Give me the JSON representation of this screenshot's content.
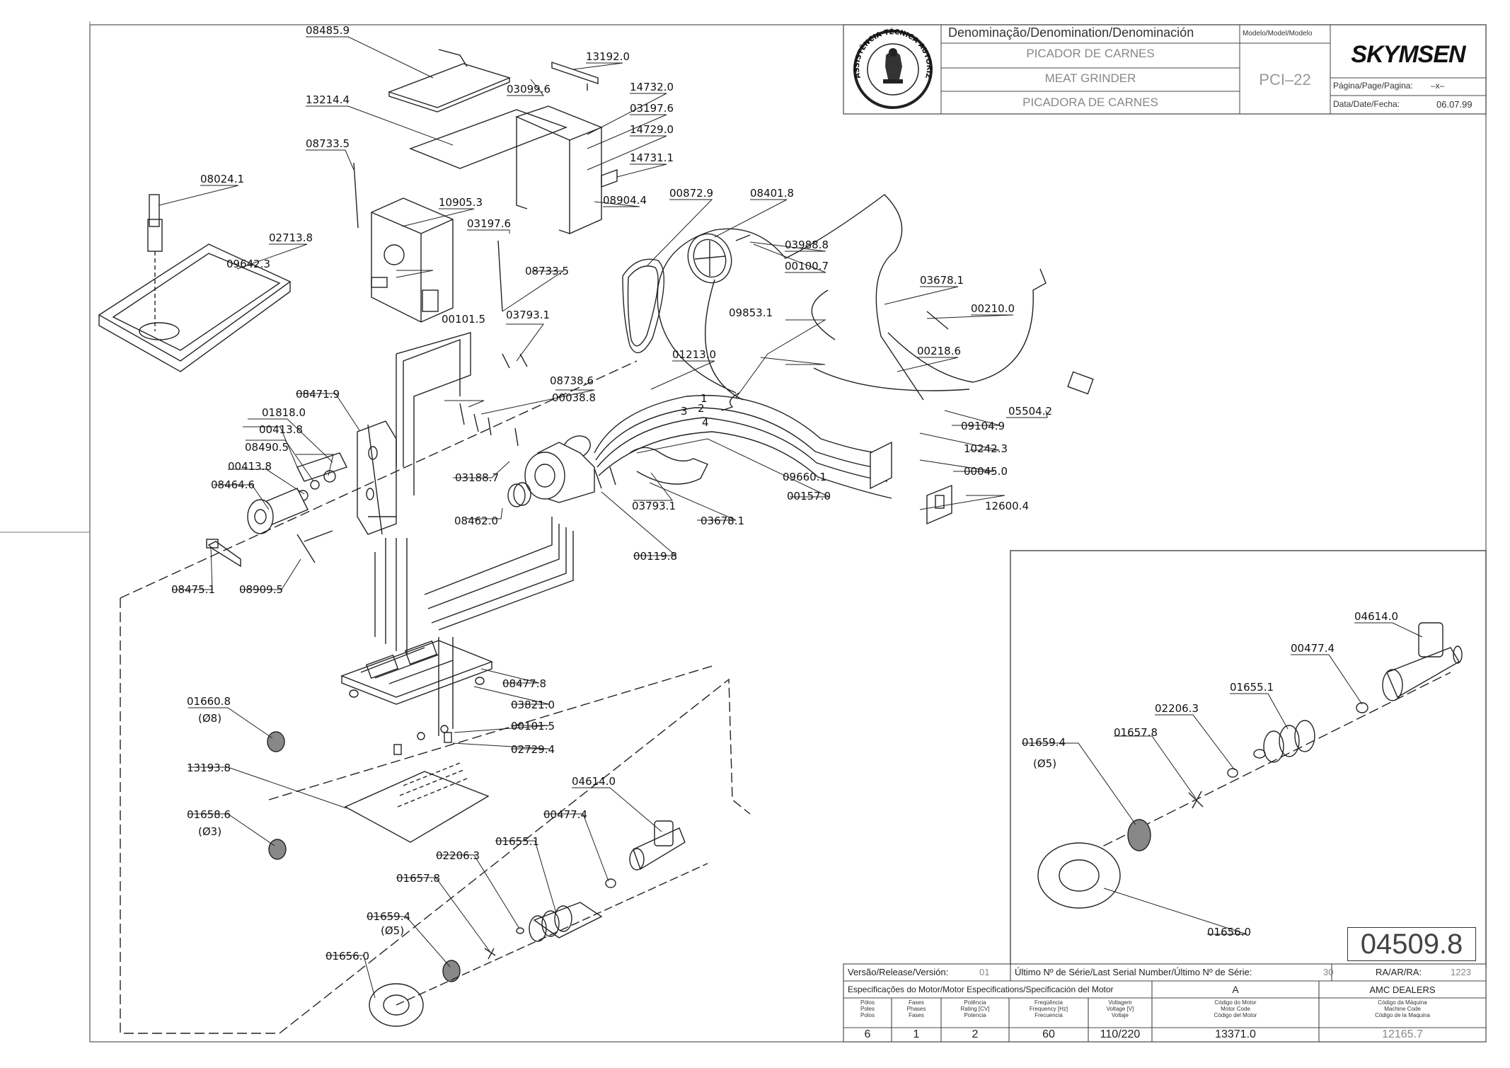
{
  "title_block": {
    "denomination_header": "Denominação/Denomination/Denominación",
    "model_header": "Modelo/Model/Modelo",
    "names": [
      "PICADOR DE CARNES",
      "MEAT GRINDER",
      "PICADORA DE CARNES"
    ],
    "model": "PCI–22",
    "brand": "SKYMSEN",
    "page_label": "Página/Page/Pagina:",
    "page_value": "–x–",
    "date_label": "Data/Date/Fecha:",
    "date_value": "06.07.99",
    "seal_text": "ASSISTÊNCIA TÉCNICA AUTORIZADA"
  },
  "bottom_block": {
    "drawing_number": "04509.8",
    "release_label": "Versão/Release/Versión:",
    "release_value": "01",
    "serial_label": "Último Nº de Série/Last Serial Number/Último Nº de Série:",
    "serial_value": "30",
    "ra_label": "RA/AR/RA:",
    "ra_value": "1223",
    "motor_spec_label": "Especificações do Motor/Motor Especifications/Specificación del Motor",
    "motor_spec_code": "A",
    "dealer": "AMC DEALERS",
    "columns": [
      {
        "h": "Pólos\nPoles\nPolos",
        "v": "6"
      },
      {
        "h": "Fases\nPhases\nFases",
        "v": "1"
      },
      {
        "h": "Potência\nRating [CV]\nPotencia",
        "v": "2"
      },
      {
        "h": "Freqüência\nFrequency [Hz]\nFrecuencia",
        "v": "60"
      },
      {
        "h": "Voltagem\nVoltage [V]\nVoltaje",
        "v": "110/220"
      },
      {
        "h": "Código do Motor\nMotor Code\nCódigo del Motor",
        "v": "13371.0"
      },
      {
        "h": "Código da Máquina\nMachine Code\nCódigo de la Maquina",
        "v": "12165.7"
      }
    ]
  },
  "part_labels": [
    "08485.9",
    "13192.0",
    "03099.6",
    "14732.0",
    "13214.4",
    "03197.6",
    "14729.0",
    "08733.5",
    "14731.1",
    "08024.1",
    "10905.3",
    "08904.4",
    "00872.9",
    "08401.8",
    "03197.6",
    "02713.8",
    "03988.8",
    "09642.3",
    "08733.5",
    "00100.7",
    "03678.1",
    "00210.0",
    "00101.5",
    "03793.1",
    "09853.1",
    "01213.0",
    "00218.6",
    "08738.6",
    "08471.9",
    "00038.8",
    "05504.2",
    "01818.0",
    "09104.9",
    "00413.8",
    "08490.5",
    "10242.3",
    "00413.8",
    "03188.7",
    "00045.0",
    "08464.6",
    "09660.1",
    "00157.0",
    "03793.1",
    "12600.4",
    "08462.0",
    "03678.1",
    "00119.8",
    "08475.1",
    "08909.5",
    "08477.8",
    "03821.0",
    "00101.5",
    "01660.8",
    "(Ø8)",
    "02729.4",
    "13193.8",
    "04614.0",
    "01658.6",
    "(Ø3)",
    "00477.4",
    "02206.3",
    "01655.1",
    "01657.8",
    "01659.4",
    "(Ø5)",
    "01656.0",
    "04614.0",
    "00477.4",
    "01655.1",
    "02206.3",
    "01659.4",
    "(Ø5)",
    "01657.8",
    "01656.0"
  ],
  "wire_numbers": [
    "1",
    "2",
    "3",
    "4"
  ]
}
